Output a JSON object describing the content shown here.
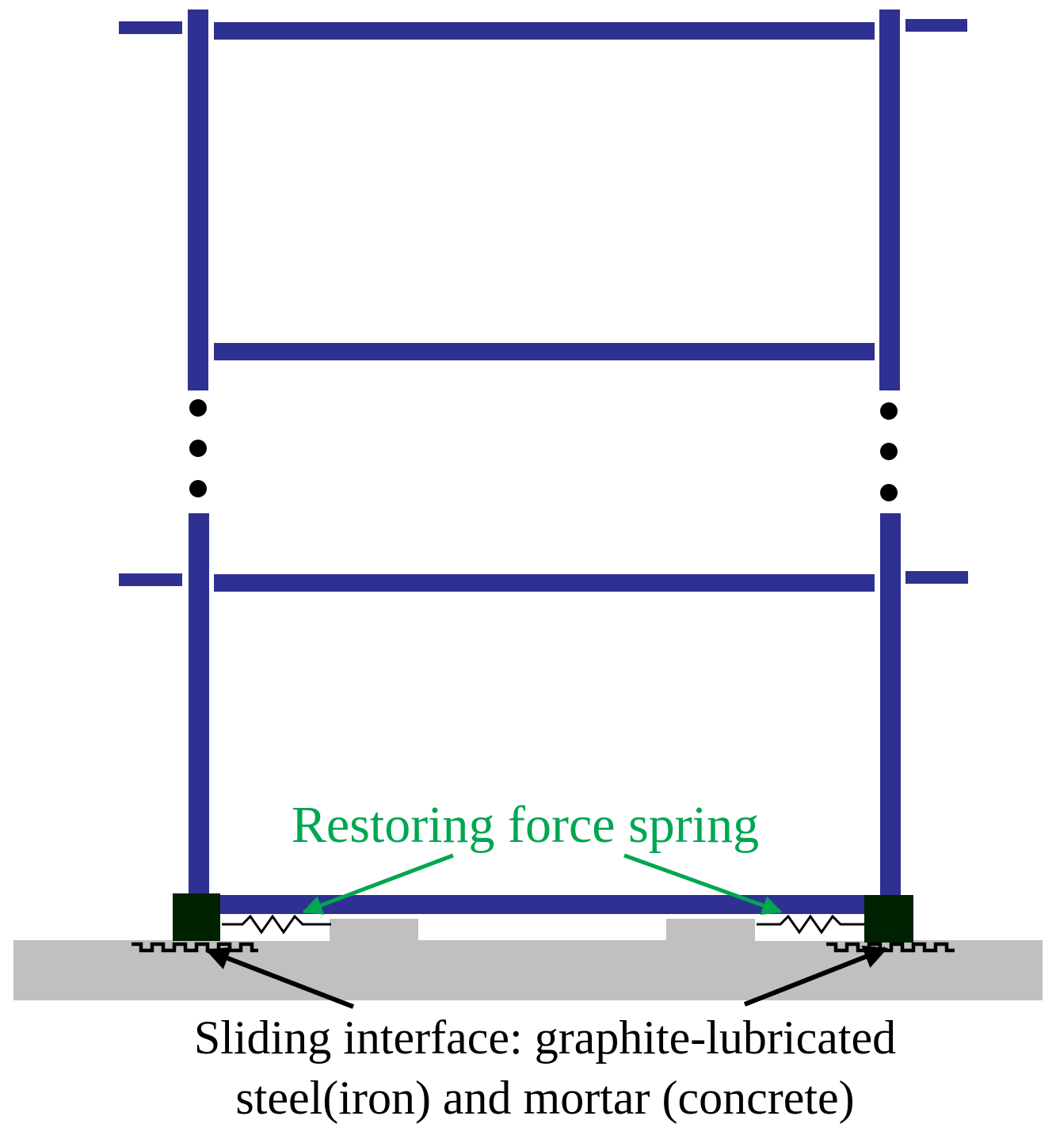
{
  "labels": {
    "spring": "Restoring force spring",
    "interface_line1": "Sliding interface: graphite-lubricated",
    "interface_line2": "steel(iron) and mortar (concrete)"
  },
  "colors": {
    "frame": "#2e3192",
    "ground": "#c0c0c0",
    "bearing": "#002200",
    "spring_label": "#00a651",
    "text": "#000000"
  }
}
